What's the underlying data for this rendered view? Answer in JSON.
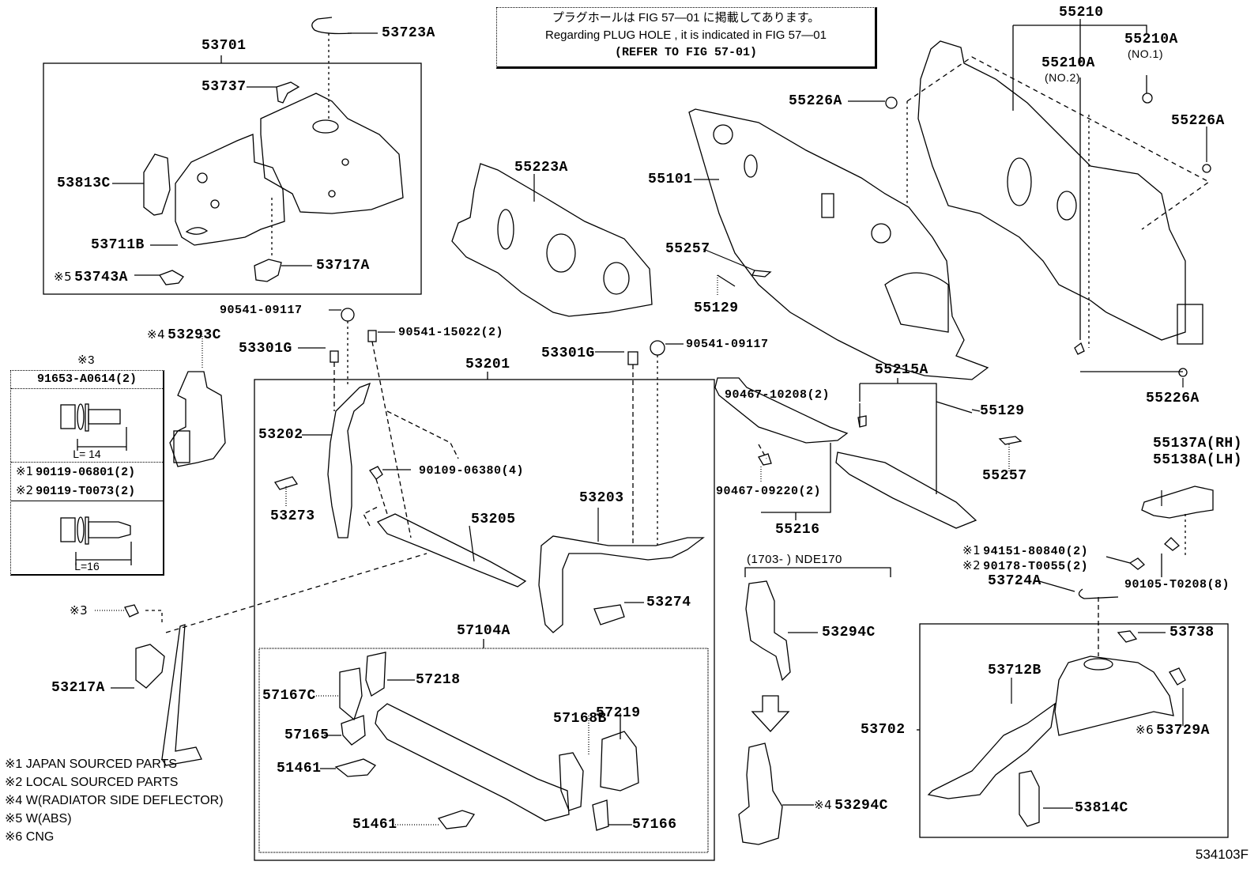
{
  "figure_code": "534103F",
  "notice": {
    "line_jp": "プラグホールは FIG 57—01 に掲載してあります。",
    "line_en": "Regarding PLUG HOLE , it is indicated in FIG 57—01",
    "line_ref": "(REFER TO FIG 57-01)"
  },
  "legend": [
    {
      "mark": "※1",
      "text": "JAPAN SOURCED PARTS"
    },
    {
      "mark": "※2",
      "text": "LOCAL SOURCED PARTS"
    },
    {
      "mark": "※4",
      "text": "W(RADIATOR SIDE DEFLECTOR)"
    },
    {
      "mark": "※5",
      "text": "W(ABS)"
    },
    {
      "mark": "※6",
      "text": "CNG"
    }
  ],
  "fastener_table": {
    "mark": "※3",
    "items": [
      {
        "part": "91653-A0614(2)",
        "length": "L= 14"
      },
      {
        "parts": [
          {
            "mark": "※1",
            "part": "90119-06801(2)"
          },
          {
            "mark": "※2",
            "part": "90119-T0073(2)"
          }
        ],
        "length": "L=16"
      }
    ]
  },
  "groups": {
    "g53701": {
      "label": "53701"
    },
    "g53702": {
      "label": "53702"
    },
    "g53201": {
      "label": "53201"
    },
    "g57104A": {
      "label": "57104A"
    },
    "g55210": {
      "label": "55210"
    },
    "g55215A": {
      "label": "55215A"
    },
    "g55216": {
      "label": "55216"
    },
    "variant": {
      "label": "(1703-        ) NDE170"
    }
  },
  "parts": {
    "p53723A": "53723A",
    "p53737": "53737",
    "p53813C": "53813C",
    "p53711B": "53711B",
    "p53743A": {
      "mark": "※5",
      "part": "53743A"
    },
    "p53717A": "53717A",
    "p55223A": "55223A",
    "p55101": "55101",
    "p55226A_1": "55226A",
    "p55226A_2": "55226A",
    "p55226A_3": "55226A",
    "p55210A_1": {
      "part": "55210A",
      "sub": "(NO.1)"
    },
    "p55210A_2": {
      "part": "55210A",
      "sub": "(NO.2)"
    },
    "p55257_1": "55257",
    "p55129_1": "55129",
    "p90541_09117_1": "90541-09117",
    "p90541_09117_2": "90541-09117",
    "p90541_15022": "90541-15022(2)",
    "p53293C": {
      "mark": "※4",
      "part": "53293C"
    },
    "p53301G_1": "53301G",
    "p53301G_2": "53301G",
    "p53202": "53202",
    "p90109_06380": "90109-06380(4)",
    "p53273": "53273",
    "p53205": "53205",
    "p53203": "53203",
    "p53274": "53274",
    "p90467_10208": "90467-10208(2)",
    "p55129_2": "55129",
    "p55257_2": "55257",
    "p90467_09220": "90467-09220(2)",
    "p55137A": "55137A(RH)",
    "p55138A": "55138A(LH)",
    "p94151": {
      "mark": "※1",
      "part": "94151-80840(2)"
    },
    "p90178": {
      "mark": "※2",
      "part": "90178-T0055(2)"
    },
    "p90105": "90105-T0208(8)",
    "p53724A": "53724A",
    "p53738": "53738",
    "p53712B": "53712B",
    "p53729A": {
      "mark": "※6",
      "part": "53729A"
    },
    "p53814C": "53814C",
    "p53294C_1": "53294C",
    "p53294C_2": {
      "mark": "※4",
      "part": "53294C"
    },
    "p53217A": "53217A",
    "p3_bolt": {
      "mark": "※3"
    },
    "p57218": "57218",
    "p57167C": "57167C",
    "p57165": "57165",
    "p51461_1": "51461",
    "p51461_2": "51461",
    "p57168B": "57168B",
    "p57219": "57219",
    "p57166": "57166"
  }
}
